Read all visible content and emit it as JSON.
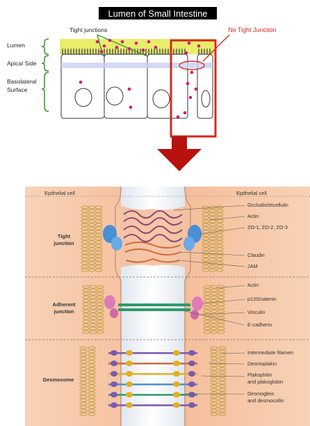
{
  "top": {
    "title": "Lumen of Small Intestine",
    "tight_junctions_label": "Tight junctions",
    "no_tight_junction_label": "No Tight Junction",
    "side_labels": [
      "Lumen",
      "Apical Side",
      "Basolateral",
      "Surface"
    ]
  },
  "bottom": {
    "epithelial_left": "Epithelial cell",
    "epithelial_right": "Epithelial cell",
    "sections": {
      "tight": [
        "Tight",
        "junction"
      ],
      "adherent": [
        "Adherent",
        "junction"
      ],
      "desmosome": "Desmosome"
    },
    "right_labels": [
      "Occludin/tricellulin",
      "Actin",
      "ZO-1, ZO-2, ZO-3",
      "Claudin",
      "JAM",
      "Actin",
      "p120/catenin",
      "Vinculin",
      "E-cadherin",
      "Intermediate filamen",
      "Desmoplakin",
      "Plakophilin",
      "and plakoglobin",
      "Desmoglein",
      "and desmocollin"
    ]
  },
  "colors": {
    "accent_red": "#d42a1e",
    "arrow_red": "#b8120e",
    "particle_magenta": "#d6167e",
    "lumen_yellow": "#e8ee6a",
    "panel_peach": "#f6c7a8"
  }
}
